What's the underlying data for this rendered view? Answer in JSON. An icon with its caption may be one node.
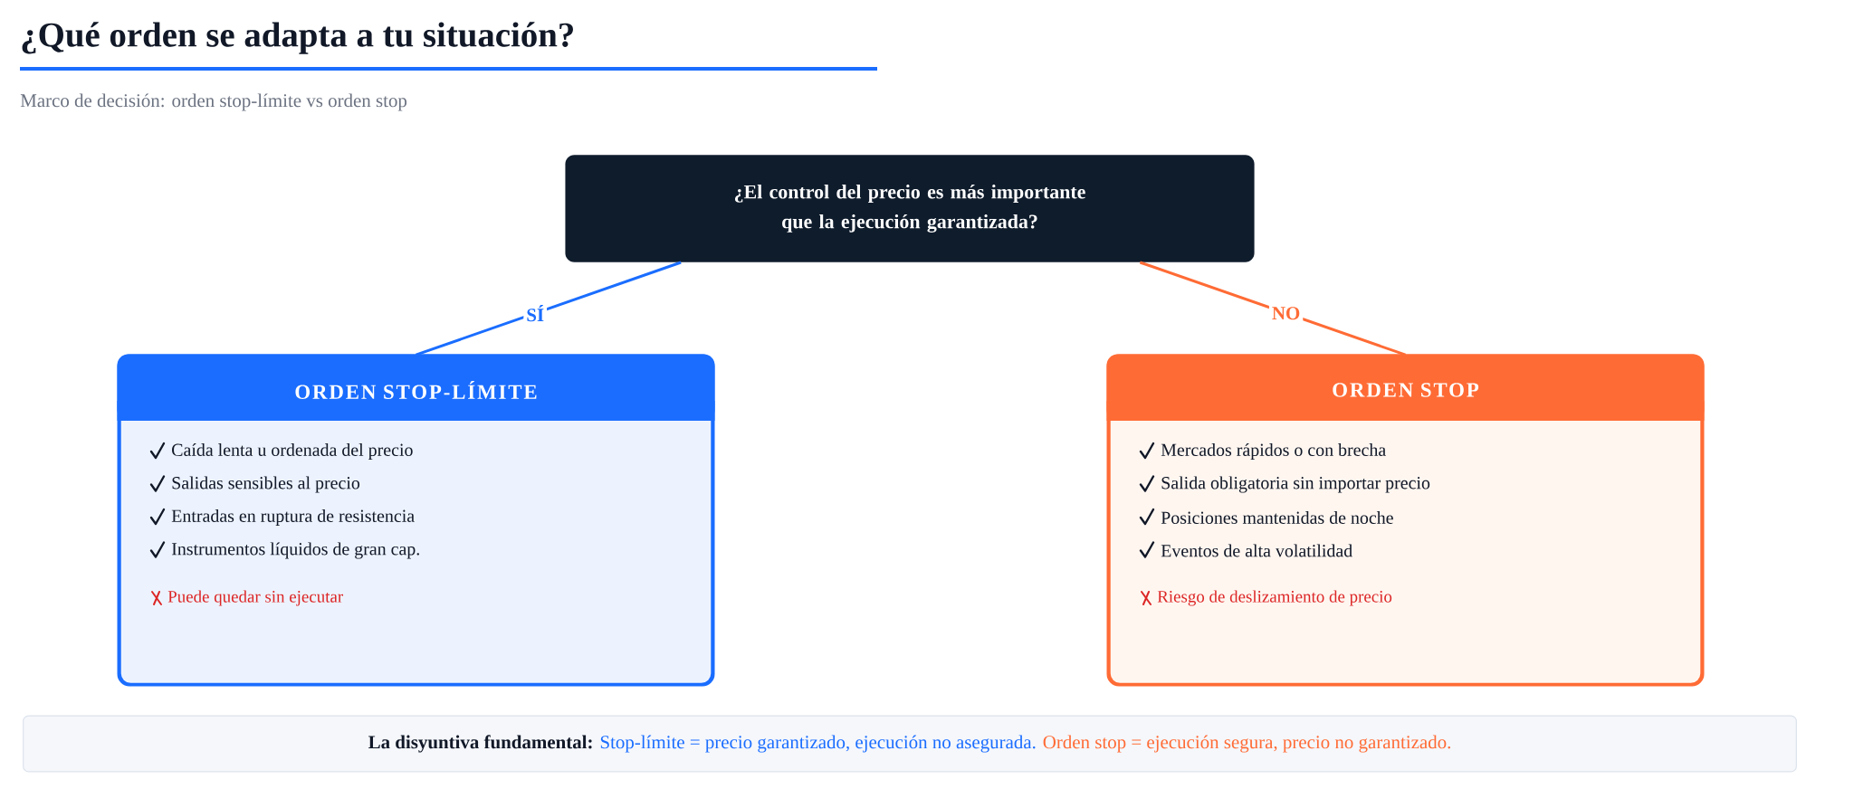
{
  "diagram": {
    "title": "¿Qué orden se adapta a tu situación?",
    "caption": "Marco de decisión: orden stop-límite vs orden stop",
    "nodes": [
      {
        "text": [
          "¿El control del precio es más importante que la ejecución garantizada?"
        ]
      },
      {
        "text": [
          "ORDEN STOP-LÍMITE",
          "Caída lenta u ordenada del precio",
          "Salidas sensibles al precio",
          "Entradas en ruptura de resistencia",
          "Instrumentos líquidos de gran cap.",
          "Puede quedar sin ejecutar"
        ]
      },
      {
        "text": [
          "ORDEN STOP",
          "Mercados rápidos o con brecha",
          "Salida obligatoria sin importar precio",
          "Posiciones mantenidas de noche",
          "Eventos de alta volatilidad",
          "Riesgo de deslizamiento de precio"
        ]
      },
      {
        "text": [
          "La disyuntiva fundamental:",
          "Stop-límite = precio garantizado, ejecución no asegurada.",
          "Orden stop = ejecución segura, precio no garantizado."
        ]
      }
    ],
    "edges": [
      {
        "from": 0,
        "to": 1,
        "arrow": "none",
        "label": "SÍ",
        "color": "#1a6dff"
      },
      {
        "from": 0,
        "to": 2,
        "arrow": "none",
        "label": "NO",
        "color": "#ff6b35"
      }
    ]
  }
}
